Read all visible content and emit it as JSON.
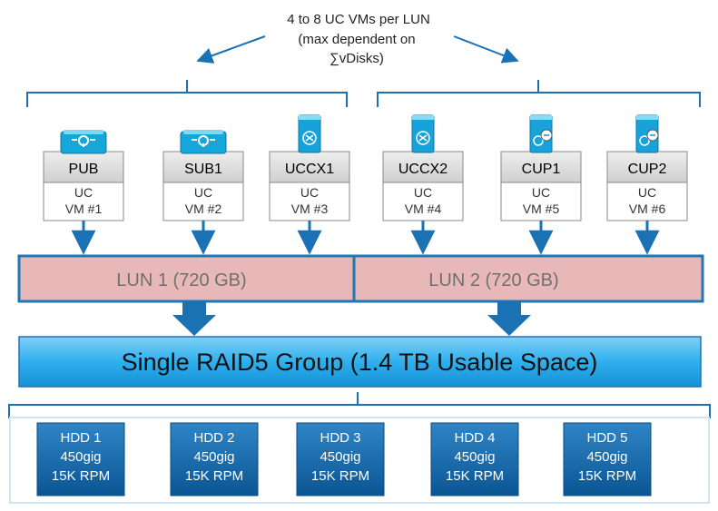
{
  "header": {
    "line1": "4 to 8 UC VMs per LUN",
    "line2": "(max dependent on",
    "line3": "∑vDisks)"
  },
  "vms": [
    {
      "name": "PUB",
      "line1": "UC",
      "line2": "VM #1",
      "icon": "router-icon"
    },
    {
      "name": "SUB1",
      "line1": "UC",
      "line2": "VM #2",
      "icon": "router-icon"
    },
    {
      "name": "UCCX1",
      "line1": "UC",
      "line2": "VM #3",
      "icon": "server-icon"
    },
    {
      "name": "UCCX2",
      "line1": "UC",
      "line2": "VM #4",
      "icon": "server-icon"
    },
    {
      "name": "CUP1",
      "line1": "UC",
      "line2": "VM #5",
      "icon": "presence-server-icon"
    },
    {
      "name": "CUP2",
      "line1": "UC",
      "line2": "VM #6",
      "icon": "presence-server-icon"
    }
  ],
  "luns": [
    {
      "label": "LUN 1 (720 GB)"
    },
    {
      "label": "LUN 2 (720 GB)"
    }
  ],
  "raid": {
    "label": "Single RAID5 Group (1.4 TB Usable Space)"
  },
  "hdds": [
    {
      "line1": "HDD 1",
      "line2": "450gig",
      "line3": "15K RPM"
    },
    {
      "line1": "HDD 2",
      "line2": "450gig",
      "line3": "15K RPM"
    },
    {
      "line1": "HDD 3",
      "line2": "450gig",
      "line3": "15K RPM"
    },
    {
      "line1": "HDD 4",
      "line2": "450gig",
      "line3": "15K RPM"
    },
    {
      "line1": "HDD 5",
      "line2": "450gig",
      "line3": "15K RPM"
    }
  ],
  "colors": {
    "accent": "#1a72b5",
    "lun_fill": "#e8b4b4",
    "raid_fill": "#29a8e8",
    "hdd_fill": "#0f5fa0"
  }
}
